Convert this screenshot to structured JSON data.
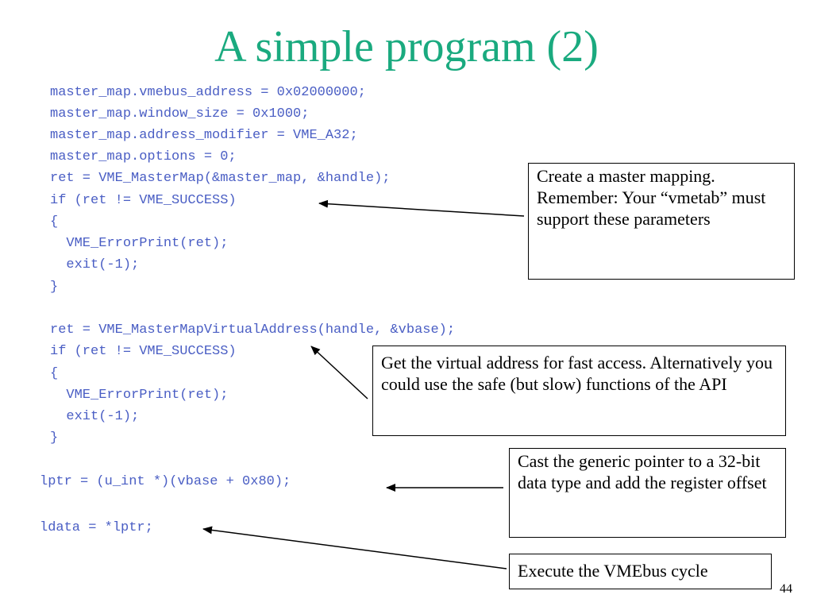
{
  "slide": {
    "title": "A simple program (2)",
    "page_number": "44"
  },
  "code": {
    "lines": [
      "master_map.vmebus_address = 0x02000000;",
      "master_map.window_size = 0x1000;",
      "master_map.address_modifier = VME_A32;",
      "master_map.options = 0;",
      "ret = VME_MasterMap(&master_map, &handle);",
      "if (ret != VME_SUCCESS)",
      "{",
      "  VME_ErrorPrint(ret);",
      "  exit(-1);",
      "}",
      "ret = VME_MasterMapVirtualAddress(handle, &vbase);",
      "if (ret != VME_SUCCESS)",
      "{",
      "  VME_ErrorPrint(ret);",
      "  exit(-1);",
      "}",
      "lptr = (u_int *)(vbase + 0x80);",
      "ldata = *lptr;"
    ]
  },
  "callouts": {
    "master_mapping": "Create a master mapping. Remember: Your “vmetab” must support these parameters",
    "virtual_address": "Get the virtual address for fast access. Alternatively you could use the safe (but slow) functions of the API",
    "cast_pointer": "Cast the generic pointer to a 32-bit data type and add the register offset",
    "execute_cycle": "Execute the VMEbus cycle"
  },
  "colors": {
    "title": "#1aaa7f",
    "code": "#4a5ec4",
    "callout_border": "#000000"
  }
}
